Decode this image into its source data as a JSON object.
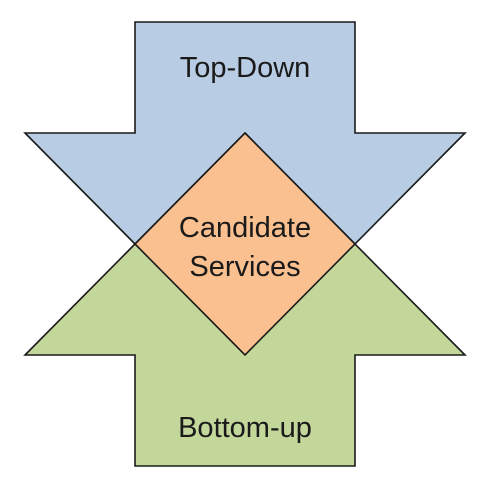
{
  "diagram": {
    "top_arrow": {
      "label": "Top-Down",
      "color": "#b8cce4"
    },
    "bottom_arrow": {
      "label": "Bottom-up",
      "color": "#c4d79b"
    },
    "center": {
      "line1": "Candidate",
      "line2": "Services",
      "color": "#fac090"
    }
  }
}
